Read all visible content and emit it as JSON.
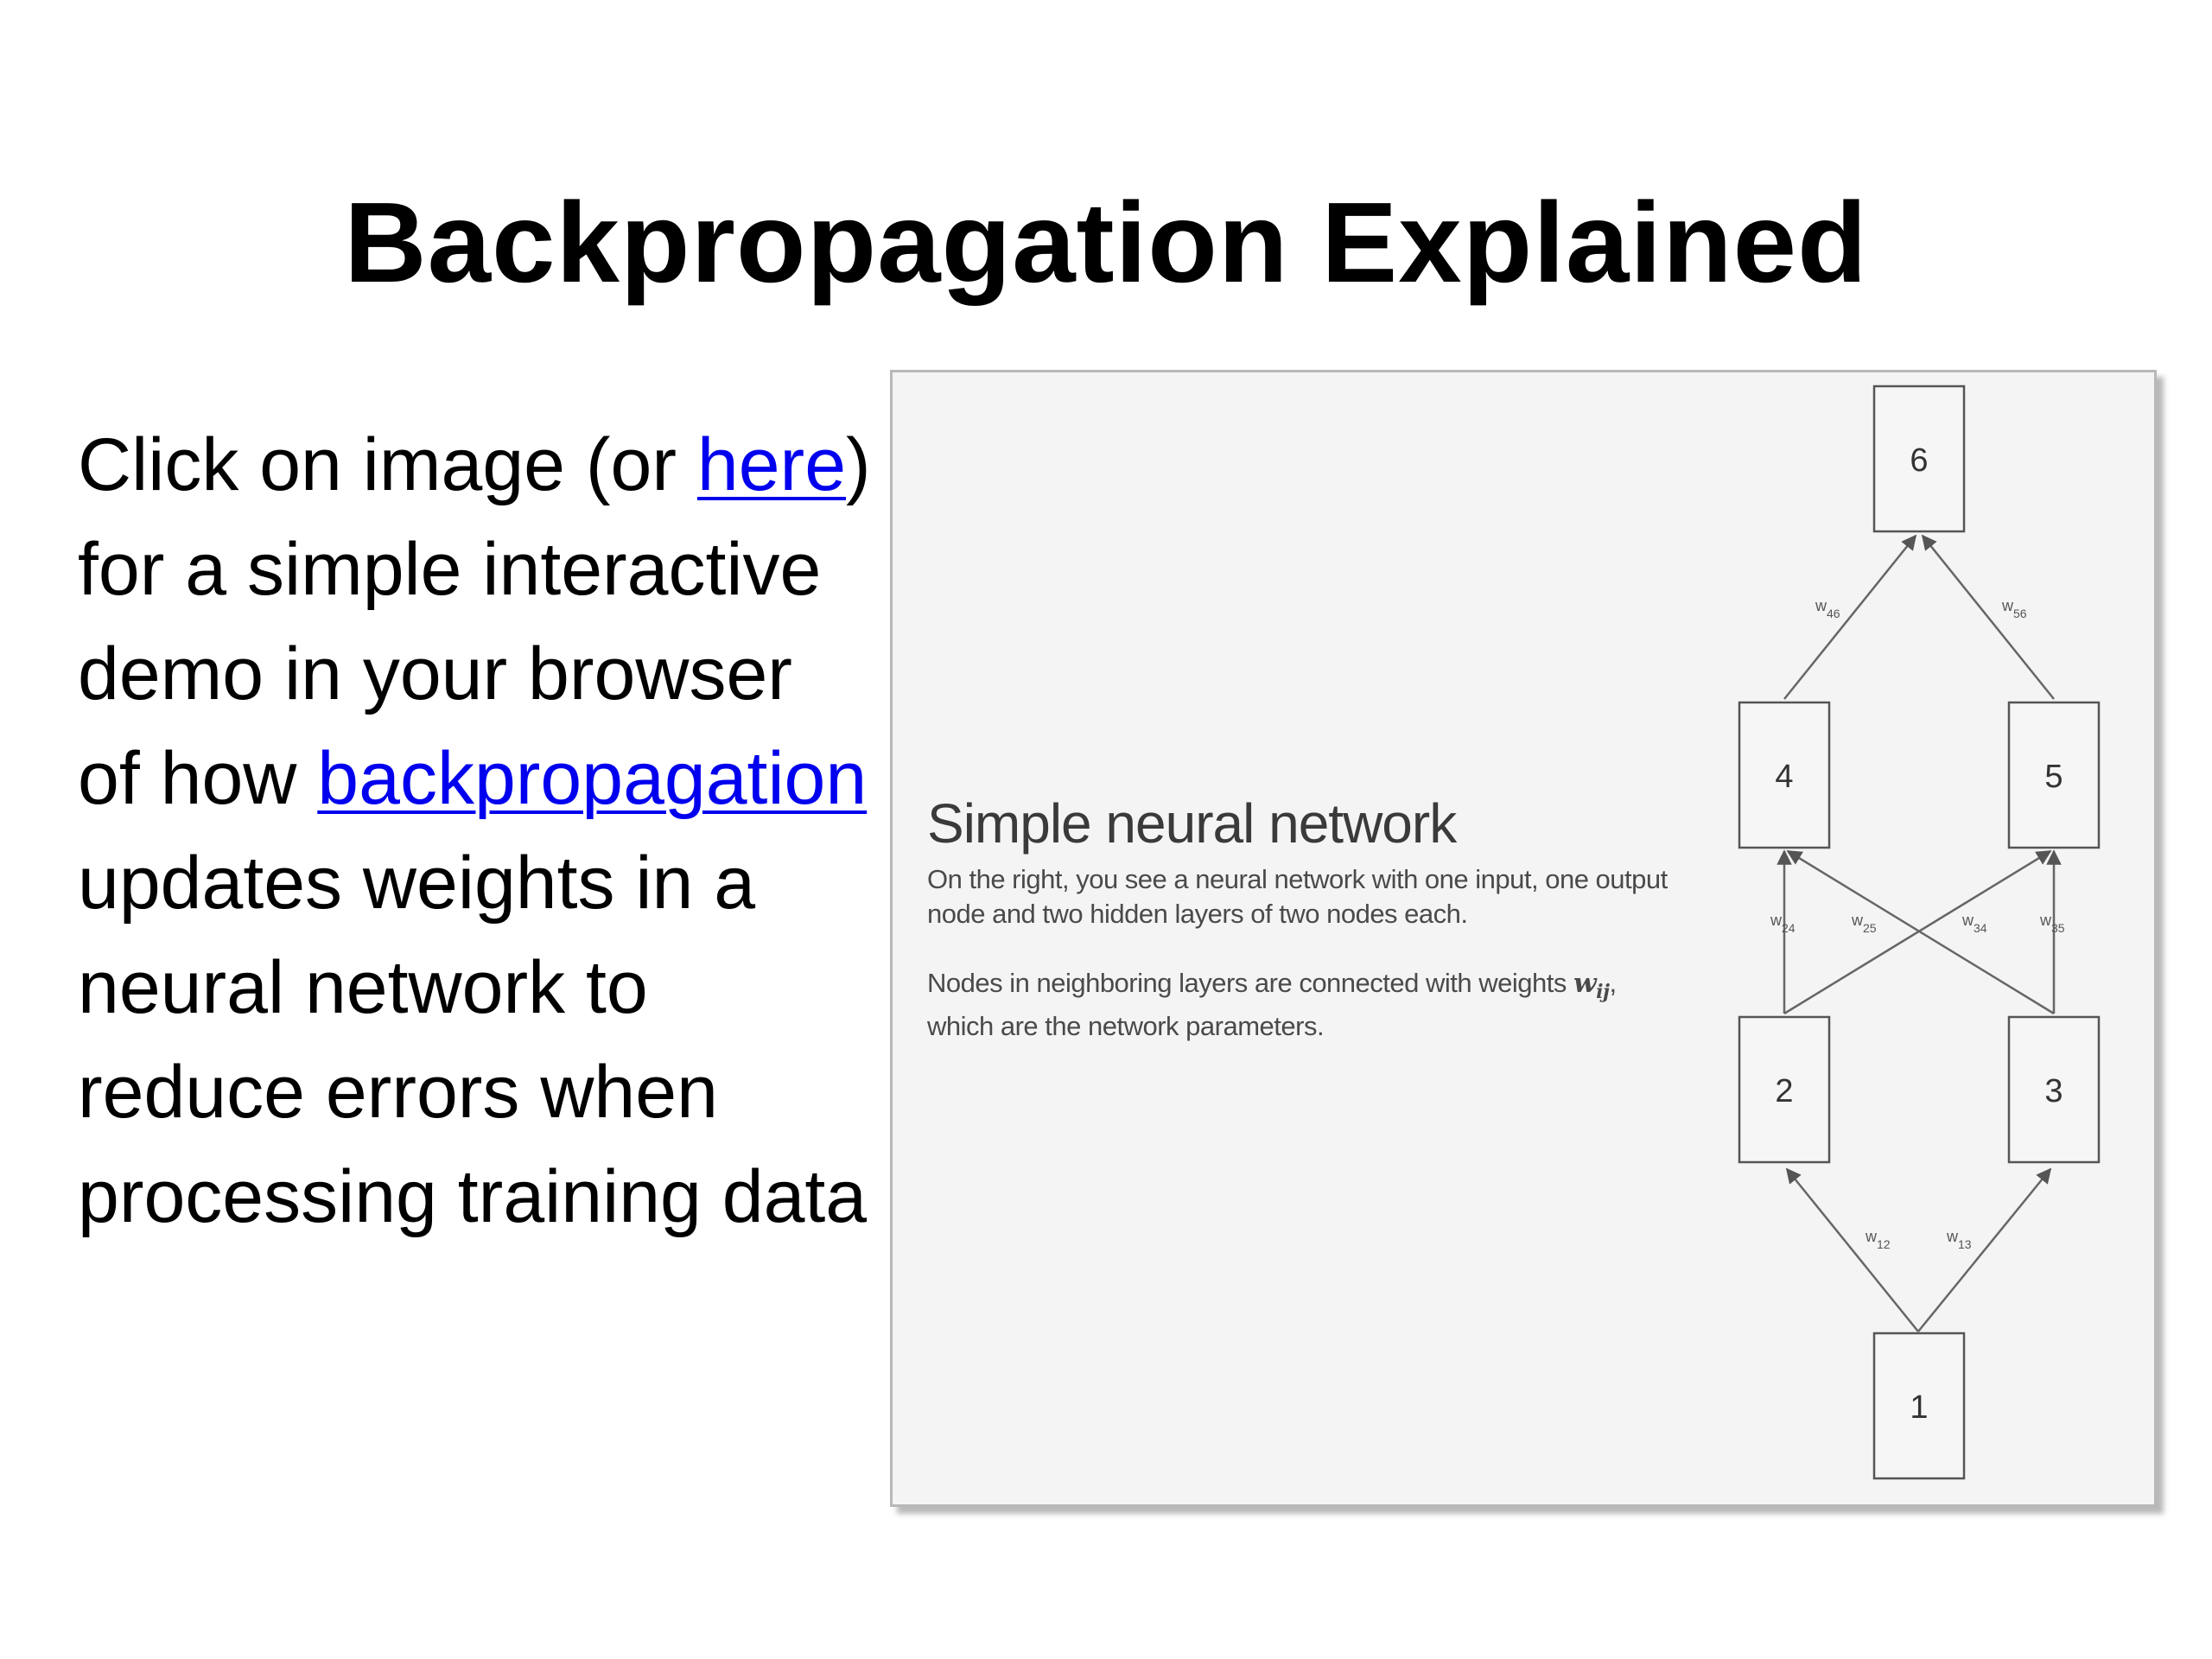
{
  "title": "Backpropagation Explained",
  "body": {
    "part1": "Click on image (or ",
    "link_here": "here",
    "part2": ") for a simple interactive demo in your browser of how ",
    "link_backprop": "backpropagation",
    "part3": " updates weights in a neural network to reduce errors when processing training data"
  },
  "demo": {
    "heading": "Simple neural network",
    "para1": "On the right, you see a neural network with one input, one output node and two hidden layers of two nodes each.",
    "para2_before": "Nodes in neighboring layers are connected with weights ",
    "wij": "wij",
    "para2_after": ", which are the network parameters.",
    "nodes": [
      "1",
      "2",
      "3",
      "4",
      "5",
      "6"
    ],
    "weights": {
      "w12": "w12",
      "w13": "w13",
      "w24": "w24",
      "w25": "w25",
      "w34": "w34",
      "w35": "w35",
      "w46": "w46",
      "w56": "w56"
    }
  }
}
